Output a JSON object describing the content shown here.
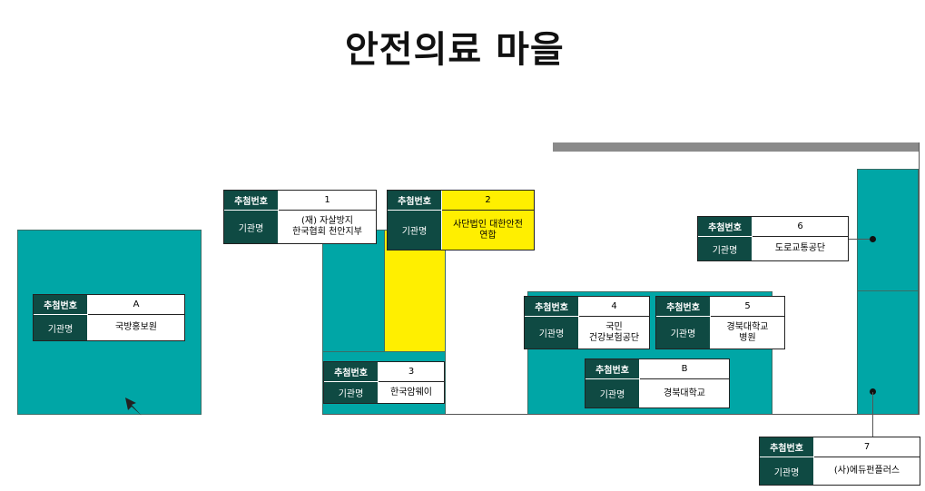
{
  "title": "안전의료 마을",
  "labels": {
    "number": "추첨번호",
    "org": "기관명"
  },
  "cards": [
    {
      "id": "A",
      "org_line1": "국방홍보원",
      "org_line2": ""
    },
    {
      "id": "1",
      "org_line1": "(재) 자살방지",
      "org_line2": "한국협회 천안지부"
    },
    {
      "id": "2",
      "org_line1": "사단법인 대한안전",
      "org_line2": "연합"
    },
    {
      "id": "3",
      "org_line1": "한국암웨이",
      "org_line2": ""
    },
    {
      "id": "4",
      "org_line1": "국민",
      "org_line2": "건강보험공단"
    },
    {
      "id": "5",
      "org_line1": "경북대학교",
      "org_line2": "병원"
    },
    {
      "id": "B",
      "org_line1": "경북대학교",
      "org_line2": ""
    },
    {
      "id": "6",
      "org_line1": "도로교통공단",
      "org_line2": ""
    },
    {
      "id": "7",
      "org_line1": "(사)에듀펀플러스",
      "org_line2": ""
    }
  ],
  "colors": {
    "teal": "#00a6a6",
    "highlight": "#ffef00",
    "header": "#0f4a43"
  }
}
